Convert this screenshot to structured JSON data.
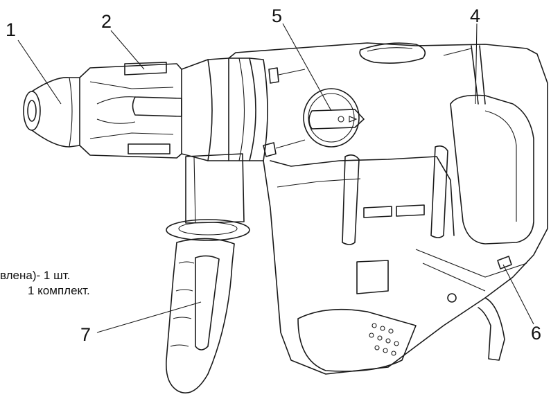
{
  "figure": {
    "callouts": [
      {
        "id": "1",
        "label": "1"
      },
      {
        "id": "2",
        "label": "2"
      },
      {
        "id": "4",
        "label": "4"
      },
      {
        "id": "5",
        "label": "5"
      },
      {
        "id": "6",
        "label": "6"
      },
      {
        "id": "7",
        "label": "7"
      }
    ],
    "cut_text": {
      "line1": "влена)-  1 шт.",
      "line2": "1 комплект."
    }
  }
}
